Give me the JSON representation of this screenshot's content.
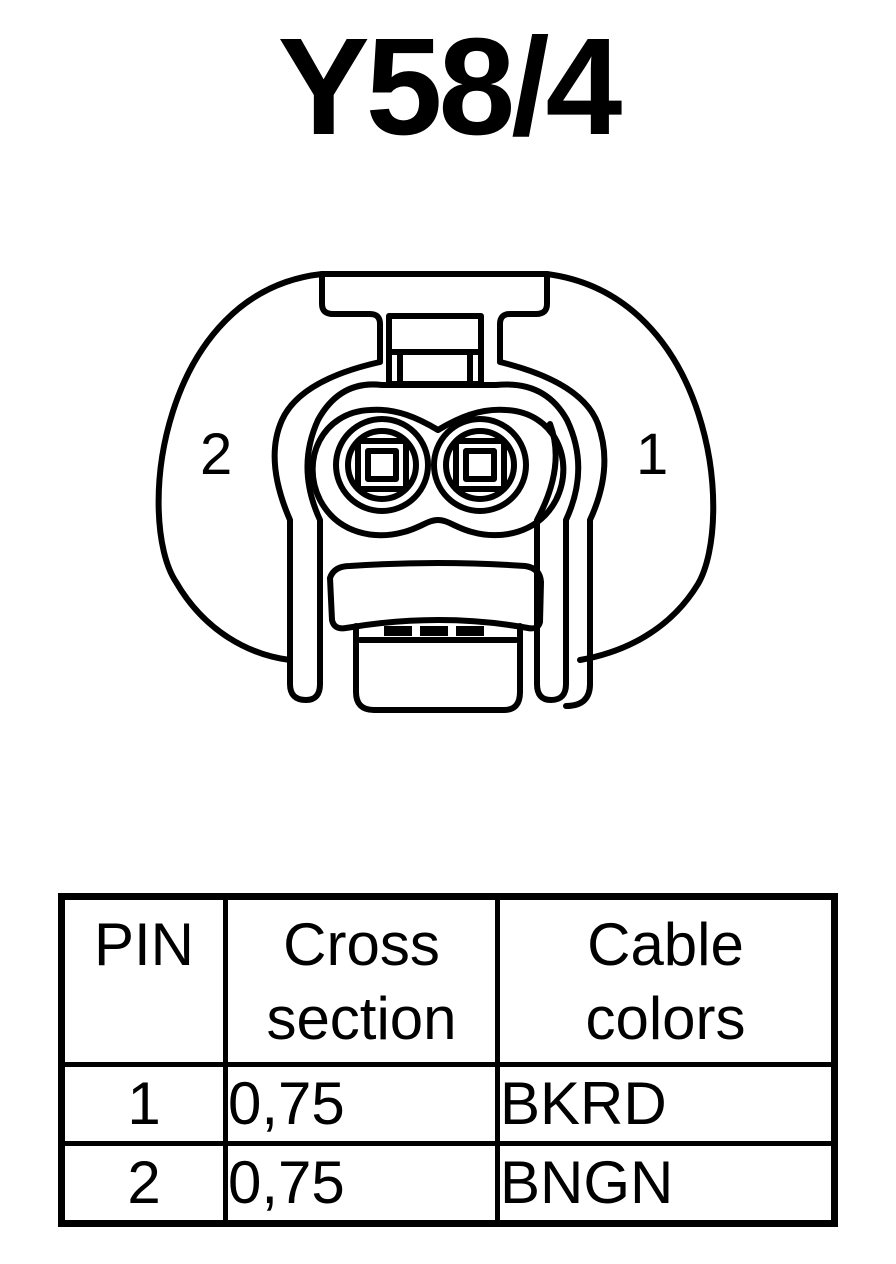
{
  "title": "Y58/4",
  "connector": {
    "pin_labels": {
      "left": "2",
      "right": "1"
    }
  },
  "table": {
    "headers": {
      "pin": "PIN",
      "cross_line1": "Cross",
      "cross_line2": "section",
      "colors_line1": "Cable",
      "colors_line2": "colors"
    },
    "rows": [
      {
        "pin": "1",
        "cross_section": "0,75",
        "cable_color": "BKRD"
      },
      {
        "pin": "2",
        "cross_section": "0,75",
        "cable_color": "BNGN"
      }
    ]
  }
}
